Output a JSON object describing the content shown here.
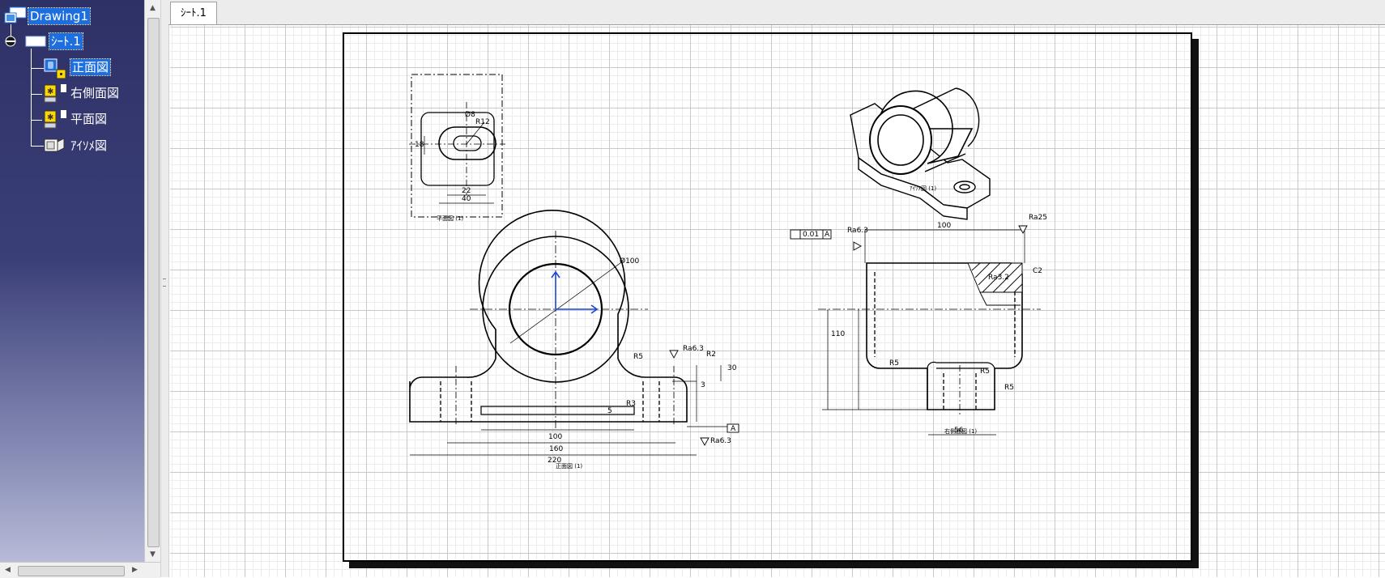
{
  "tree": {
    "root_label": "Drawing1",
    "sheet_label": "ｼｰﾄ.1",
    "views": [
      {
        "label": "正面図",
        "icon": "front-view-icon",
        "selected": true
      },
      {
        "label": "右側面図",
        "icon": "right-view-icon",
        "selected": false
      },
      {
        "label": "平面図",
        "icon": "top-view-icon",
        "selected": false
      },
      {
        "label": "ｱｲｿﾒ図",
        "icon": "isometric-view-icon",
        "selected": false
      }
    ]
  },
  "tabs": [
    {
      "label": "ｼｰﾄ.1",
      "active": true
    }
  ],
  "views": {
    "top_caption": "平面図 (1)",
    "iso_caption": "ｱｲｿﾒ図 (1)",
    "front_caption": "正面図 (1)",
    "right_caption": "右側面図 (1)"
  },
  "dimensions": {
    "top": {
      "d1": "22",
      "d2": "40",
      "r": "R12",
      "c": "Ø8",
      "h": "18"
    },
    "front": {
      "dia": "Ø100",
      "w_inner": "100",
      "w_mid": "160",
      "w_total": "220",
      "r1": "R3",
      "fillet": "R5",
      "r2": "R2",
      "ra": "Ra6.3",
      "h1": "30",
      "h2": "3",
      "d5": "5",
      "ref": "A",
      "ra2": "Ra6.3"
    },
    "right": {
      "width": "100",
      "base": "56",
      "tol": "0.01",
      "datum": "A",
      "ra": "Ra25",
      "ra3": "Ra3.2",
      "r1": "R5",
      "r2": "R5",
      "r3": "R5",
      "h": "110",
      "v1": "Ra6.3",
      "c": "C2"
    }
  },
  "colors": {
    "panel_top": "#2e3166",
    "panel_bottom": "#bfc2dc",
    "selection": "#1d6fe0",
    "axis": "#1a44d8"
  }
}
